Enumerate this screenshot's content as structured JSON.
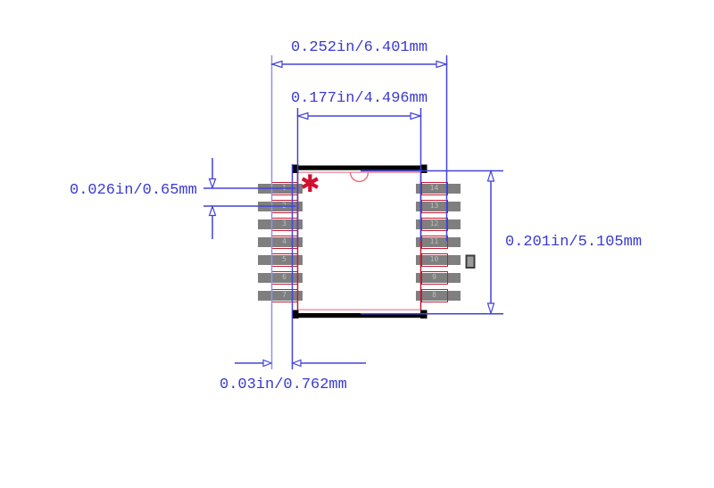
{
  "diagram": {
    "type": "component-footprint-land-pattern",
    "package_pin_count": 14
  },
  "dimensions": {
    "overall_width": "0.252in/6.401mm",
    "body_width": "0.177in/4.496mm",
    "pin_pitch": "0.026in/0.65mm",
    "overall_height": "0.201in/5.105mm",
    "pad_length": "0.03in/0.762mm"
  },
  "pins": {
    "left": [
      "1",
      "2",
      "3",
      "4",
      "5",
      "6",
      "7"
    ],
    "right": [
      "14",
      "13",
      "12",
      "11",
      "10",
      "9",
      "8"
    ]
  },
  "markers": {
    "pin1_marker": "✱"
  },
  "colors": {
    "dimension_line": "#4343da",
    "dimension_text": "#3a3ad0",
    "extension_light": "#9292ec",
    "pad_fill": "#7f7f7f",
    "pad_outline": "#c41a35",
    "body_side": "#c01d38",
    "body_edge_pink": "#ee8da0",
    "notch": "#e4717f",
    "solder_bar": "#000000",
    "pin1_marker": "#d01030"
  }
}
